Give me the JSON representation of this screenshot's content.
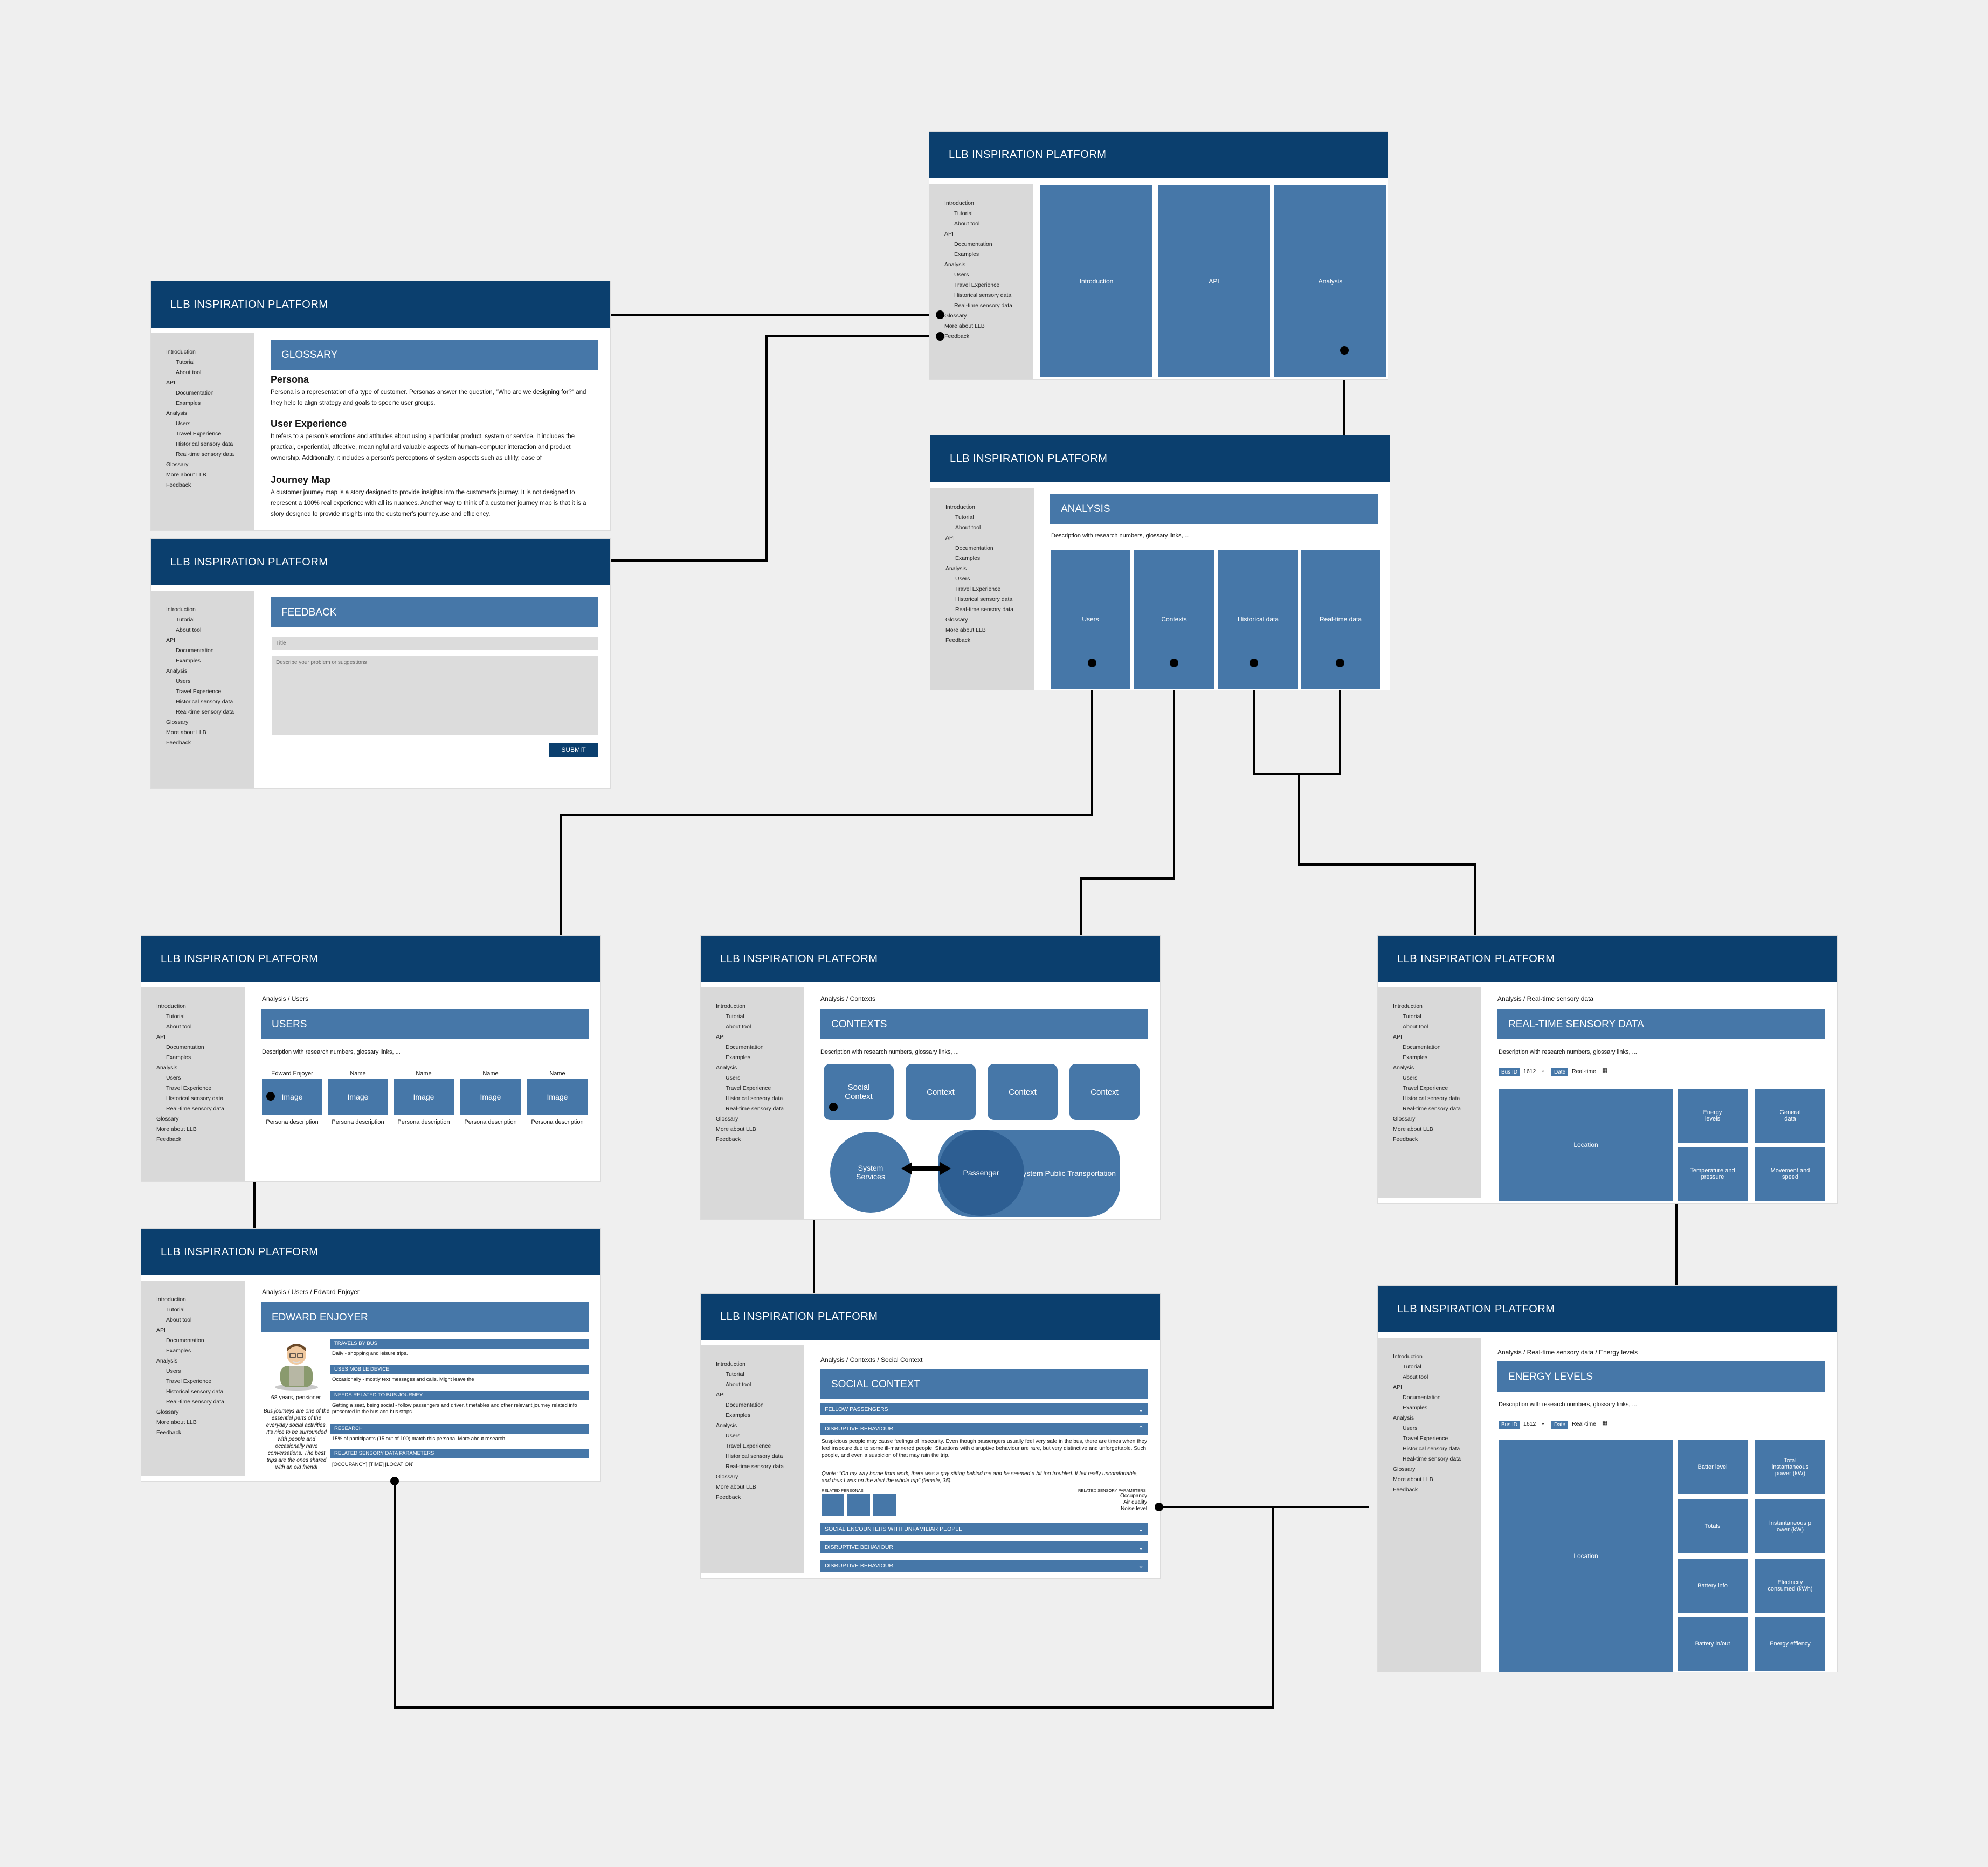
{
  "app_title": "LLB INSPIRATION PLATFORM",
  "nav": {
    "introduction": "Introduction",
    "tutorial": "Tutorial",
    "about_tool": "About tool",
    "api": "API",
    "documentation": "Documentation",
    "examples": "Examples",
    "analysis": "Analysis",
    "users": "Users",
    "travel_experience": "Travel Experience",
    "historical": "Historical sensory data",
    "realtime": "Real-time sensory data",
    "glossary": "Glossary",
    "more_about": "More about LLB",
    "feedback": "Feedback"
  },
  "home": {
    "tiles": [
      "Introduction",
      "API",
      "Analysis"
    ]
  },
  "analysis": {
    "section": "ANALYSIS",
    "description": "Description with research numbers, glossary links, ...",
    "tiles": [
      "Users",
      "Contexts",
      "Historical data",
      "Real-time data"
    ]
  },
  "glossary": {
    "section": "GLOSSARY",
    "terms": [
      {
        "title": "Persona",
        "text": "Persona is a representation of a type of customer. Personas answer the question, \"Who are we designing for?\" and they help to align strategy and goals to specific user groups."
      },
      {
        "title": "User Experience",
        "text": "It refers to a person's emotions and attitudes about using a particular product, system or service. It includes the practical, experiential, affective, meaningful and valuable aspects of human–computer interaction and product ownership. Additionally, it includes a person's perceptions of system aspects such as utility, ease of"
      },
      {
        "title": "Journey Map",
        "text": "A customer journey map is a story designed to provide insights into the customer's journey. It is not designed to represent a 100% real experience with all its nuances. Another way to think of a customer journey map is that it is a story designed to provide insights into the customer's journey.use and efficiency."
      }
    ]
  },
  "feedback": {
    "section": "FEEDBACK",
    "title_placeholder": "Title",
    "body_placeholder": "Describe your problem or suggestions",
    "submit": "SUBMIT"
  },
  "users": {
    "crumb": "Analysis / Users",
    "section": "USERS",
    "description": "Description with research numbers, glossary links, ...",
    "personas": [
      {
        "name": "Edward Enjoyer",
        "image": "Image",
        "caption": "Persona description"
      },
      {
        "name": "Name",
        "image": "Image",
        "caption": "Persona description"
      },
      {
        "name": "Name",
        "image": "Image",
        "caption": "Persona description"
      },
      {
        "name": "Name",
        "image": "Image",
        "caption": "Persona description"
      },
      {
        "name": "Name",
        "image": "Image",
        "caption": "Persona description"
      }
    ]
  },
  "contexts": {
    "crumb": "Analysis / Contexts",
    "section": "CONTEXTS",
    "description": "Description with research numbers, glossary links, ...",
    "tiles": [
      "Social Context",
      "Context",
      "Context",
      "Context"
    ],
    "system_services": "System Services",
    "passenger": "Passenger",
    "system_transport": "System Public Transportation"
  },
  "realtime": {
    "crumb": "Analysis / Real-time sensory data",
    "section": "REAL-TIME SENSORY DATA",
    "description": "Description with research numbers, glossary links, ...",
    "bus_id_label": "Bus ID",
    "bus_id_value": "1612",
    "date_label": "Date",
    "date_value": "Real-time",
    "location": "Location",
    "tiles": [
      "Energy levels",
      "General data",
      "Temperature and pressure",
      "Movement and speed"
    ]
  },
  "persona": {
    "crumb": "Analysis / Users / Edward Enjoyer",
    "section": "EDWARD ENJOYER",
    "age": "68 years, pensioner",
    "quote": "Bus journeys are one of the essential parts of the everyday social activities. It's nice to be surrounded with people and occasionally have conversations. The best trips are the ones shared with an old friend!",
    "rows": [
      {
        "label": "TRAVELS BY BUS",
        "text": "Daily - shopping and leisure trips."
      },
      {
        "label": "USES MOBILE DEVICE",
        "text": "Occasionally - mostly text messages and calls. Might leave the"
      },
      {
        "label": "NEEDS RELATED TO BUS JOURNEY",
        "text": "Getting a seat, being social - follow passengers and driver, timetables and other relevant journey related info presented in the bus and bus stops."
      },
      {
        "label": "RESEARCH",
        "text": "15% of participants (15 out of 100) match this persona. More about research"
      },
      {
        "label": "RELATED SENSORY DATA PARAMETERS",
        "text": "[OCCUPANCY] [TIME] [LOCATION]"
      }
    ]
  },
  "social": {
    "crumb": "Analysis / Contexts / Social Context",
    "section": "SOCIAL CONTEXT",
    "fellow": "FELLOW PASSENGERS",
    "disruptive": "DISRUPTIVE BEHAVIOUR",
    "body": "Suspicious people may cause feelings of insecurity. Even though passengers usually feel very safe in the bus, there are times when they feel insecure due to some ill-mannered people. Situations with disruptive behaviour are rare, but very distinctive and unforgettable. Such people, and even a suspicion of that may ruin the trip.",
    "quote": "Quote: \"On my way home from work, there was a guy sitting behind me and he seemed a bit too troubled. It felt really uncomfortable, and thus I was on the alert the whole trip\" (female, 35).",
    "related_personas": "RELATED PERSONAS",
    "related_params": "RELATED SENSORY PARAMETERS",
    "params": [
      "Occupancy",
      "Air quality",
      "Noise level"
    ],
    "encounters": "SOCIAL ENCOUNTERS WITH UNFAMILIAR PEOPLE",
    "disruptive2": "DISRUPTIVE BEHAVIOUR",
    "disruptive3": "DISRUPTIVE BEHAVIOUR"
  },
  "energy": {
    "crumb": "Analysis / Real-time sensory data / Energy levels",
    "section": "ENERGY LEVELS",
    "description": "Description with research numbers, glossary links, ...",
    "bus_id_label": "Bus ID",
    "bus_id_value": "1612",
    "date_label": "Date",
    "date_value": "Real-time",
    "location": "Location",
    "tiles": [
      "Batter level",
      "Total instantaneous power (kW)",
      "Totals",
      "Instantaneous p ower (kW)",
      "Battery info",
      "Electricity consumed (kWh)",
      "Battery in/out",
      "Energy effiency"
    ]
  },
  "colors": {
    "header": "#0b3f6e",
    "block": "#4677a8",
    "nav": "#d9d9d9",
    "background": "#efefef"
  }
}
